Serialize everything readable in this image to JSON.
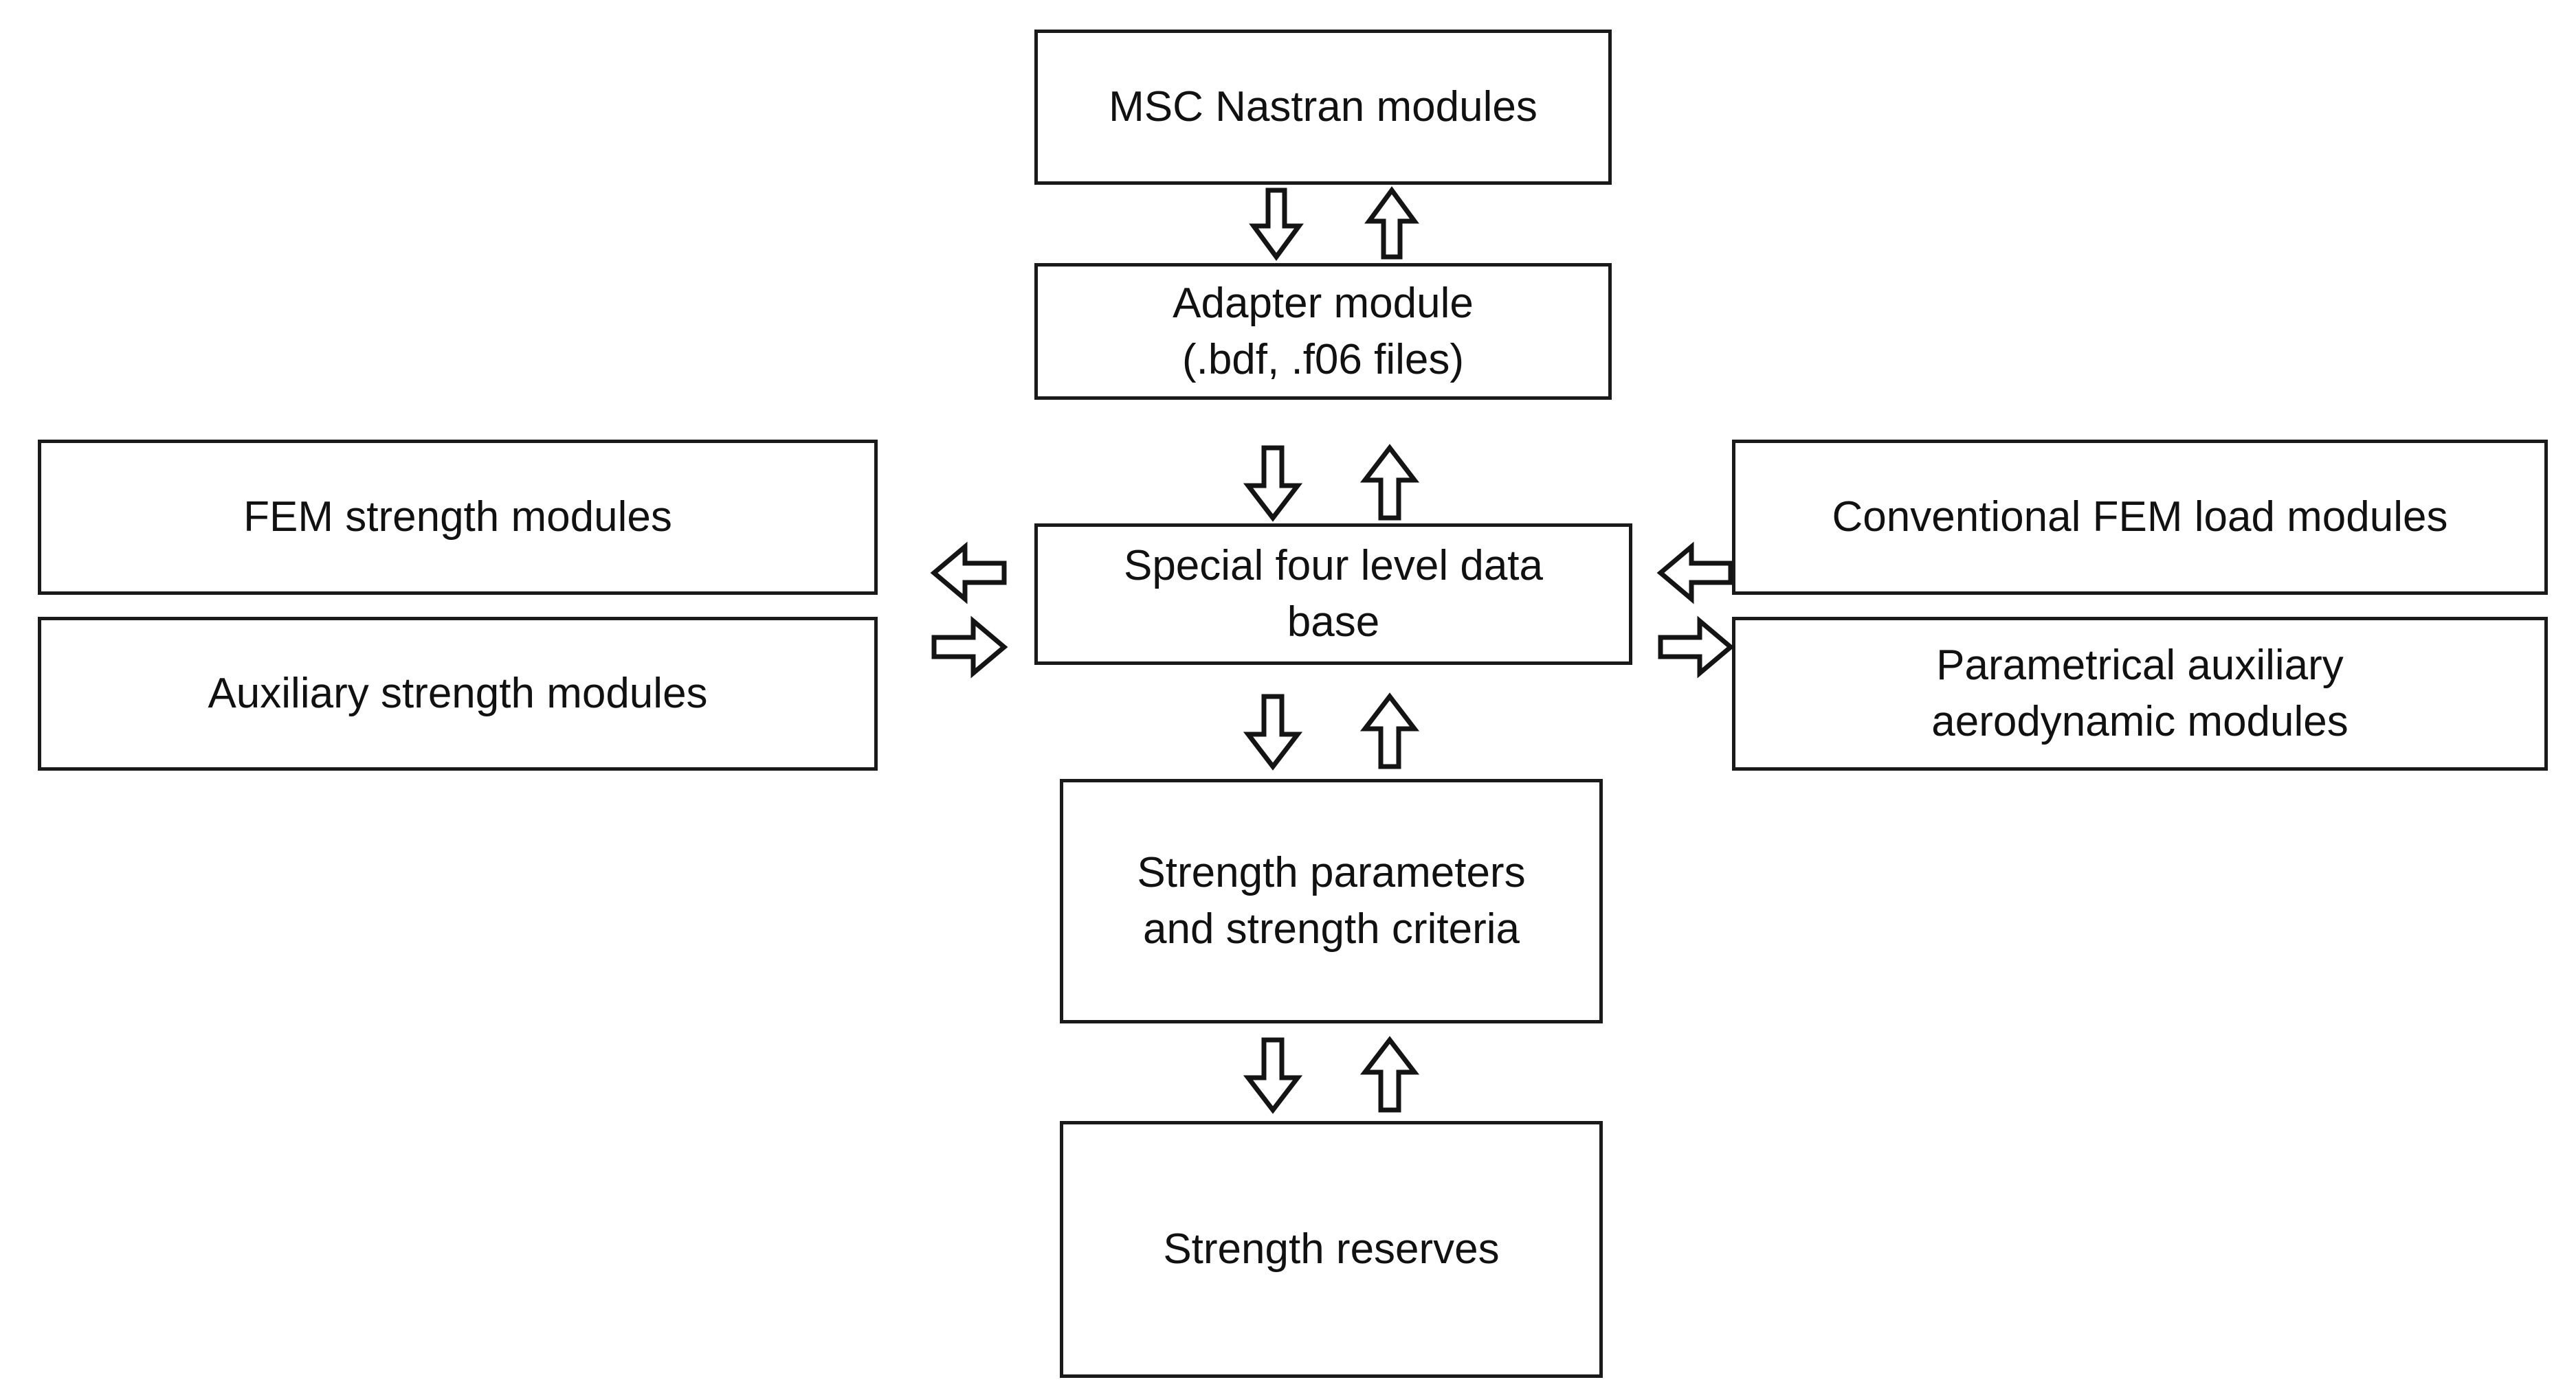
{
  "diagram": {
    "title": "Strength analysis software architecture block diagram",
    "background_color": "#ffffff",
    "line_color": "#141414",
    "text_color": "#111111",
    "nodes": [
      {
        "id": "msc-nastran-modules",
        "label": "MSC Nastran modules"
      },
      {
        "id": "adapter-module",
        "label": "Adapter module\n(.bdf, .f06 files)"
      },
      {
        "id": "special-data-base",
        "label": "Special four level  data\nbase"
      },
      {
        "id": "fem-strength-modules",
        "label": "FEM strength modules"
      },
      {
        "id": "auxiliary-strength-modules",
        "label": "Auxiliary strength modules"
      },
      {
        "id": "conventional-fem-load-modules",
        "label": "Conventional FEM load  modules"
      },
      {
        "id": "parametrical-aerodynamic-modules",
        "label": "Parametrical auxiliary\naerodynamic modules"
      },
      {
        "id": "strength-parameters-criteria",
        "label": "Strength parameters\nand strength criteria"
      },
      {
        "id": "strength-reserves",
        "label": "Strength reserves"
      }
    ],
    "connectors": [
      {
        "id": "nastran-to-adapter",
        "direction": "down"
      },
      {
        "id": "adapter-to-nastran",
        "direction": "up"
      },
      {
        "id": "adapter-to-database",
        "direction": "down"
      },
      {
        "id": "database-to-adapter",
        "direction": "up"
      },
      {
        "id": "database-to-left-modules",
        "direction": "left"
      },
      {
        "id": "left-modules-to-database",
        "direction": "right"
      },
      {
        "id": "right-modules-to-database",
        "direction": "left"
      },
      {
        "id": "database-to-right-modules",
        "direction": "right"
      },
      {
        "id": "database-to-parameters",
        "direction": "down"
      },
      {
        "id": "parameters-to-database",
        "direction": "up"
      },
      {
        "id": "parameters-to-reserves",
        "direction": "down"
      },
      {
        "id": "reserves-to-parameters",
        "direction": "up"
      }
    ]
  }
}
